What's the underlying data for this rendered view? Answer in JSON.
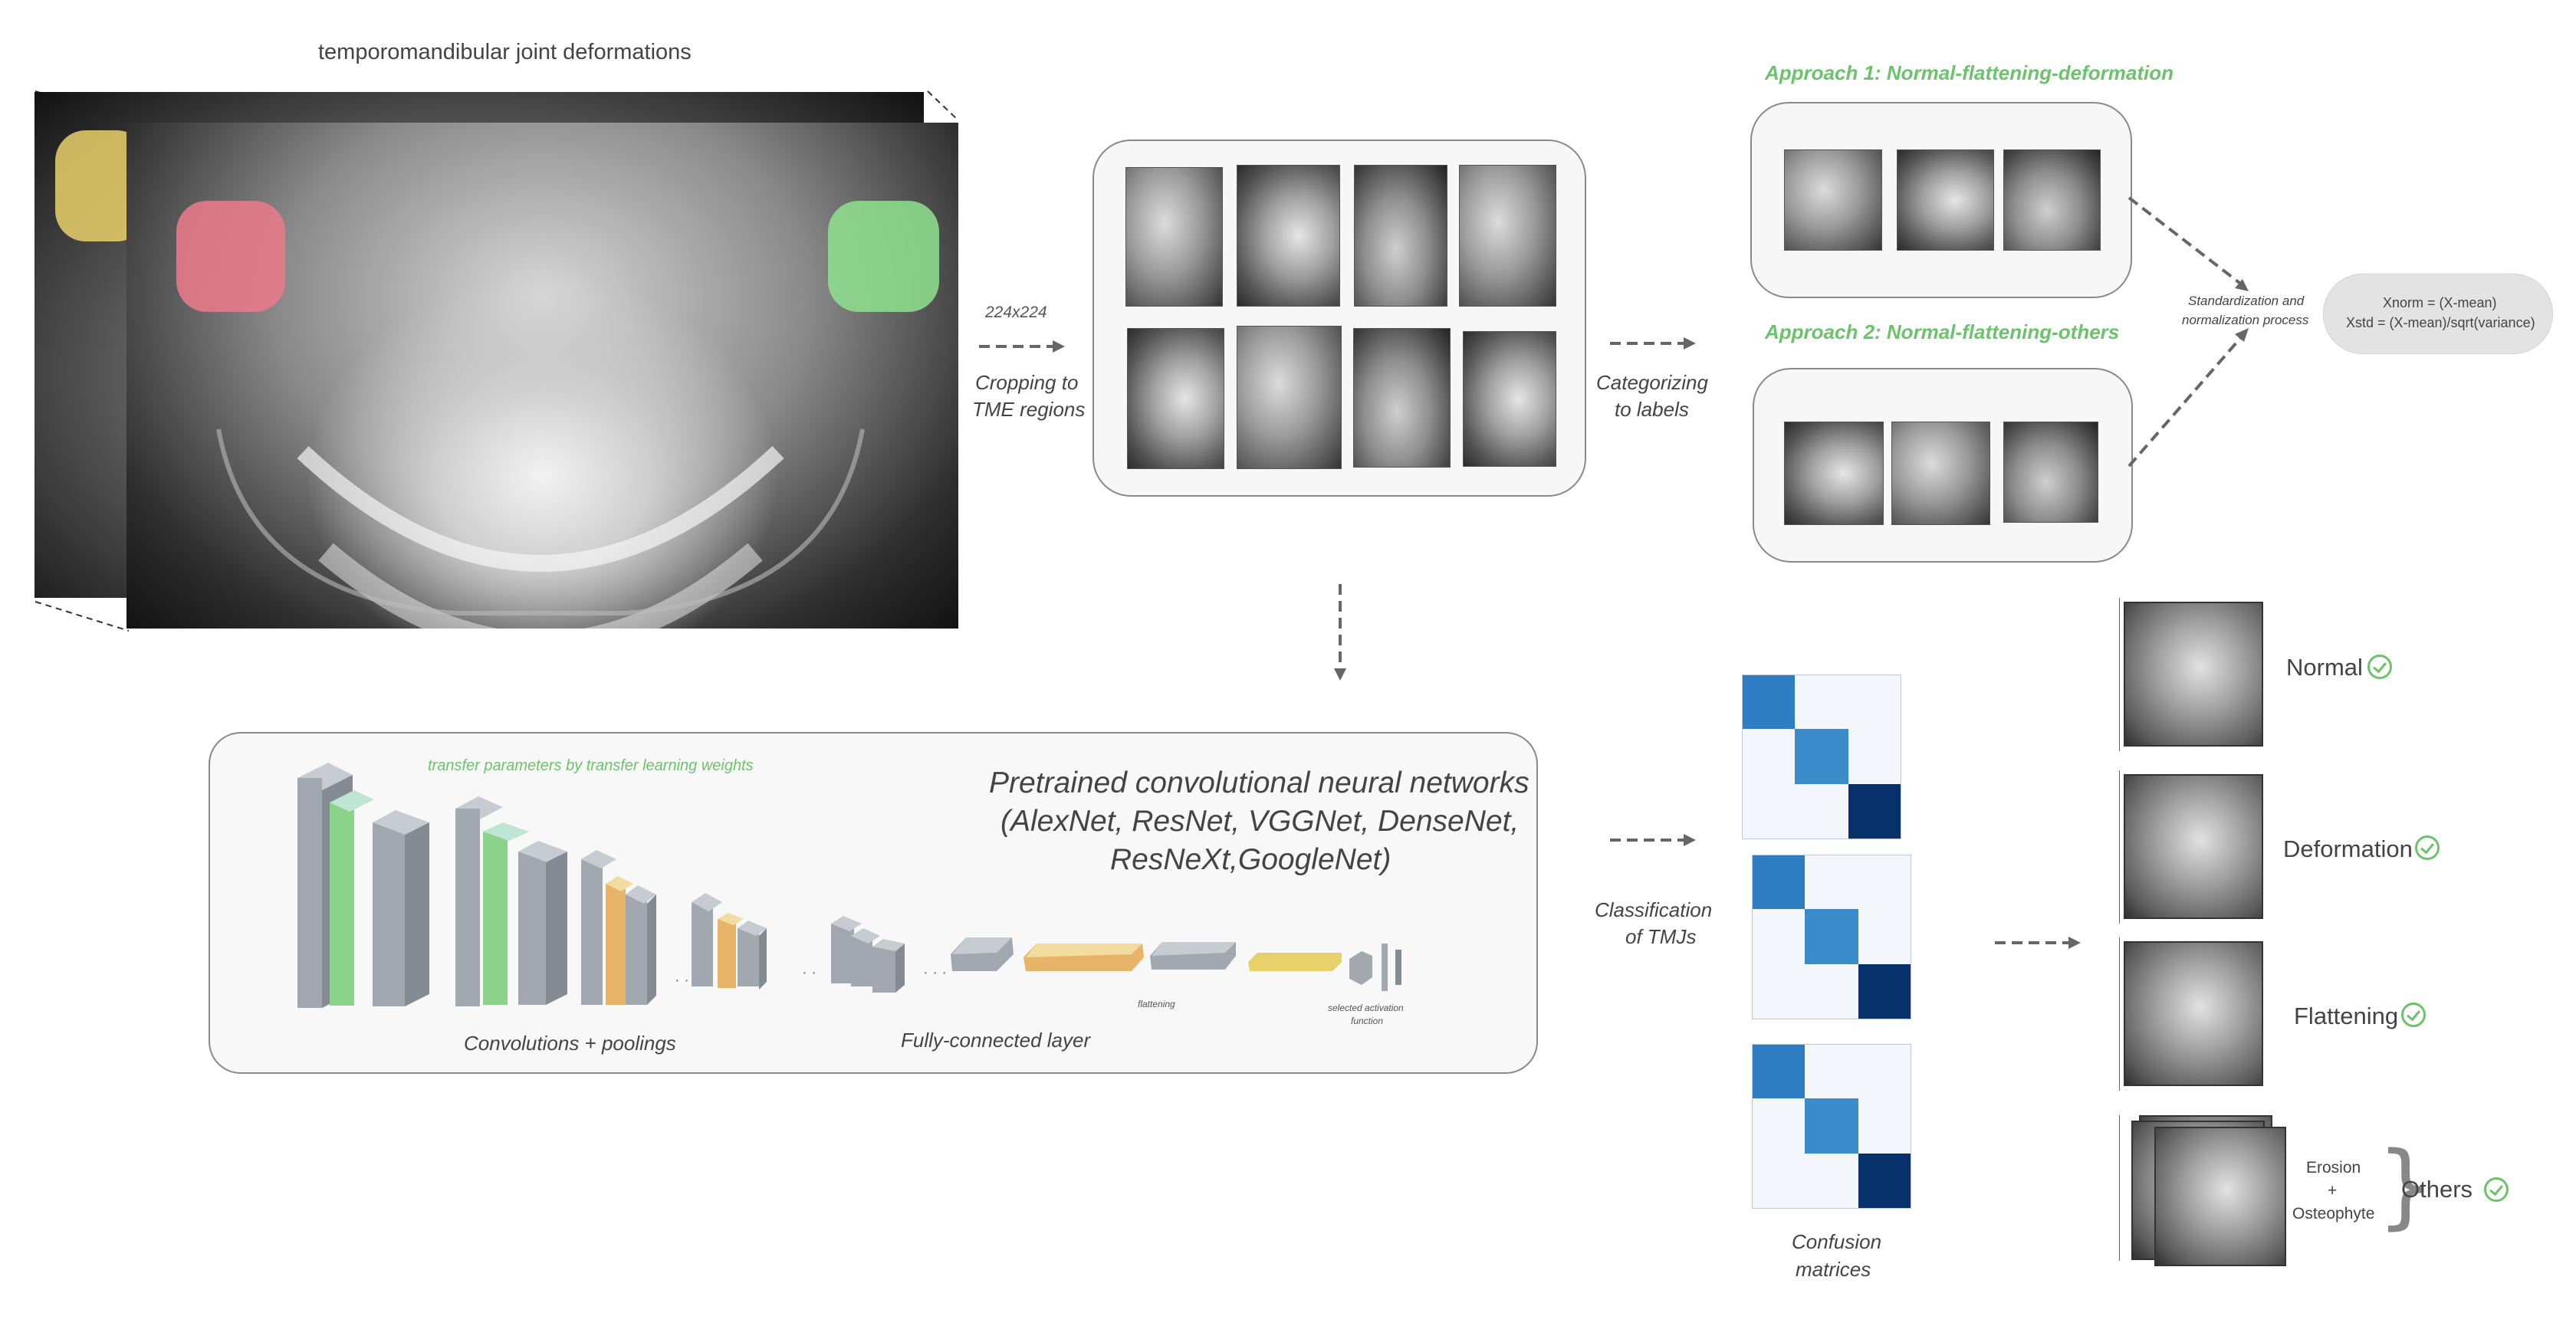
{
  "titles": {
    "main": "temporomandibular joint deformations",
    "approach1": "Approach 1: Normal-flattening-deformation",
    "approach2": "Approach 2: Normal-flattening-others"
  },
  "steps": {
    "size": "224x224",
    "crop_line1": "Cropping to",
    "crop_line2": "TME regions",
    "cat_line1": "Categorizing",
    "cat_line2": "to labels",
    "class_line1": "Classification",
    "class_line2": "of TMJs"
  },
  "standardization": {
    "label_line1": "Standardization and",
    "label_line2": "normalization process",
    "formula1": "Xnorm = (X-mean)",
    "formula2": "Xstd = (X-mean)/sqrt(variance)"
  },
  "cnn": {
    "transfer_note": "transfer parameters by transfer learning weights",
    "title_line1": "Pretrained convolutional neural networks",
    "title_line2": "(AlexNet, ResNet, VGGNet, DenseNet,",
    "title_line3": "ResNeXt,GoogleNet)",
    "conv_label": "Convolutions + poolings",
    "fc_label": "Fully-connected layer",
    "flatten_label": "flattening",
    "activation_line1": "selected activation",
    "activation_line2": "function",
    "dots": "..."
  },
  "confusion_label_line1": "Confusion",
  "confusion_label_line2": "matrices",
  "outputs": {
    "normal": "Normal",
    "deformation": "Deformation",
    "flattening": "Flattening",
    "erosion": "Erosion",
    "plus": "+",
    "osteophyte": "Osteophyte",
    "others": "Others"
  },
  "colors": {
    "green": "#6cc36c",
    "red_region": "#e87a8a",
    "yellow_region": "#e8d06a",
    "green_region": "#8fe08f",
    "cm_dark": "#08306b",
    "cm_mid": "#2f7dc2"
  }
}
